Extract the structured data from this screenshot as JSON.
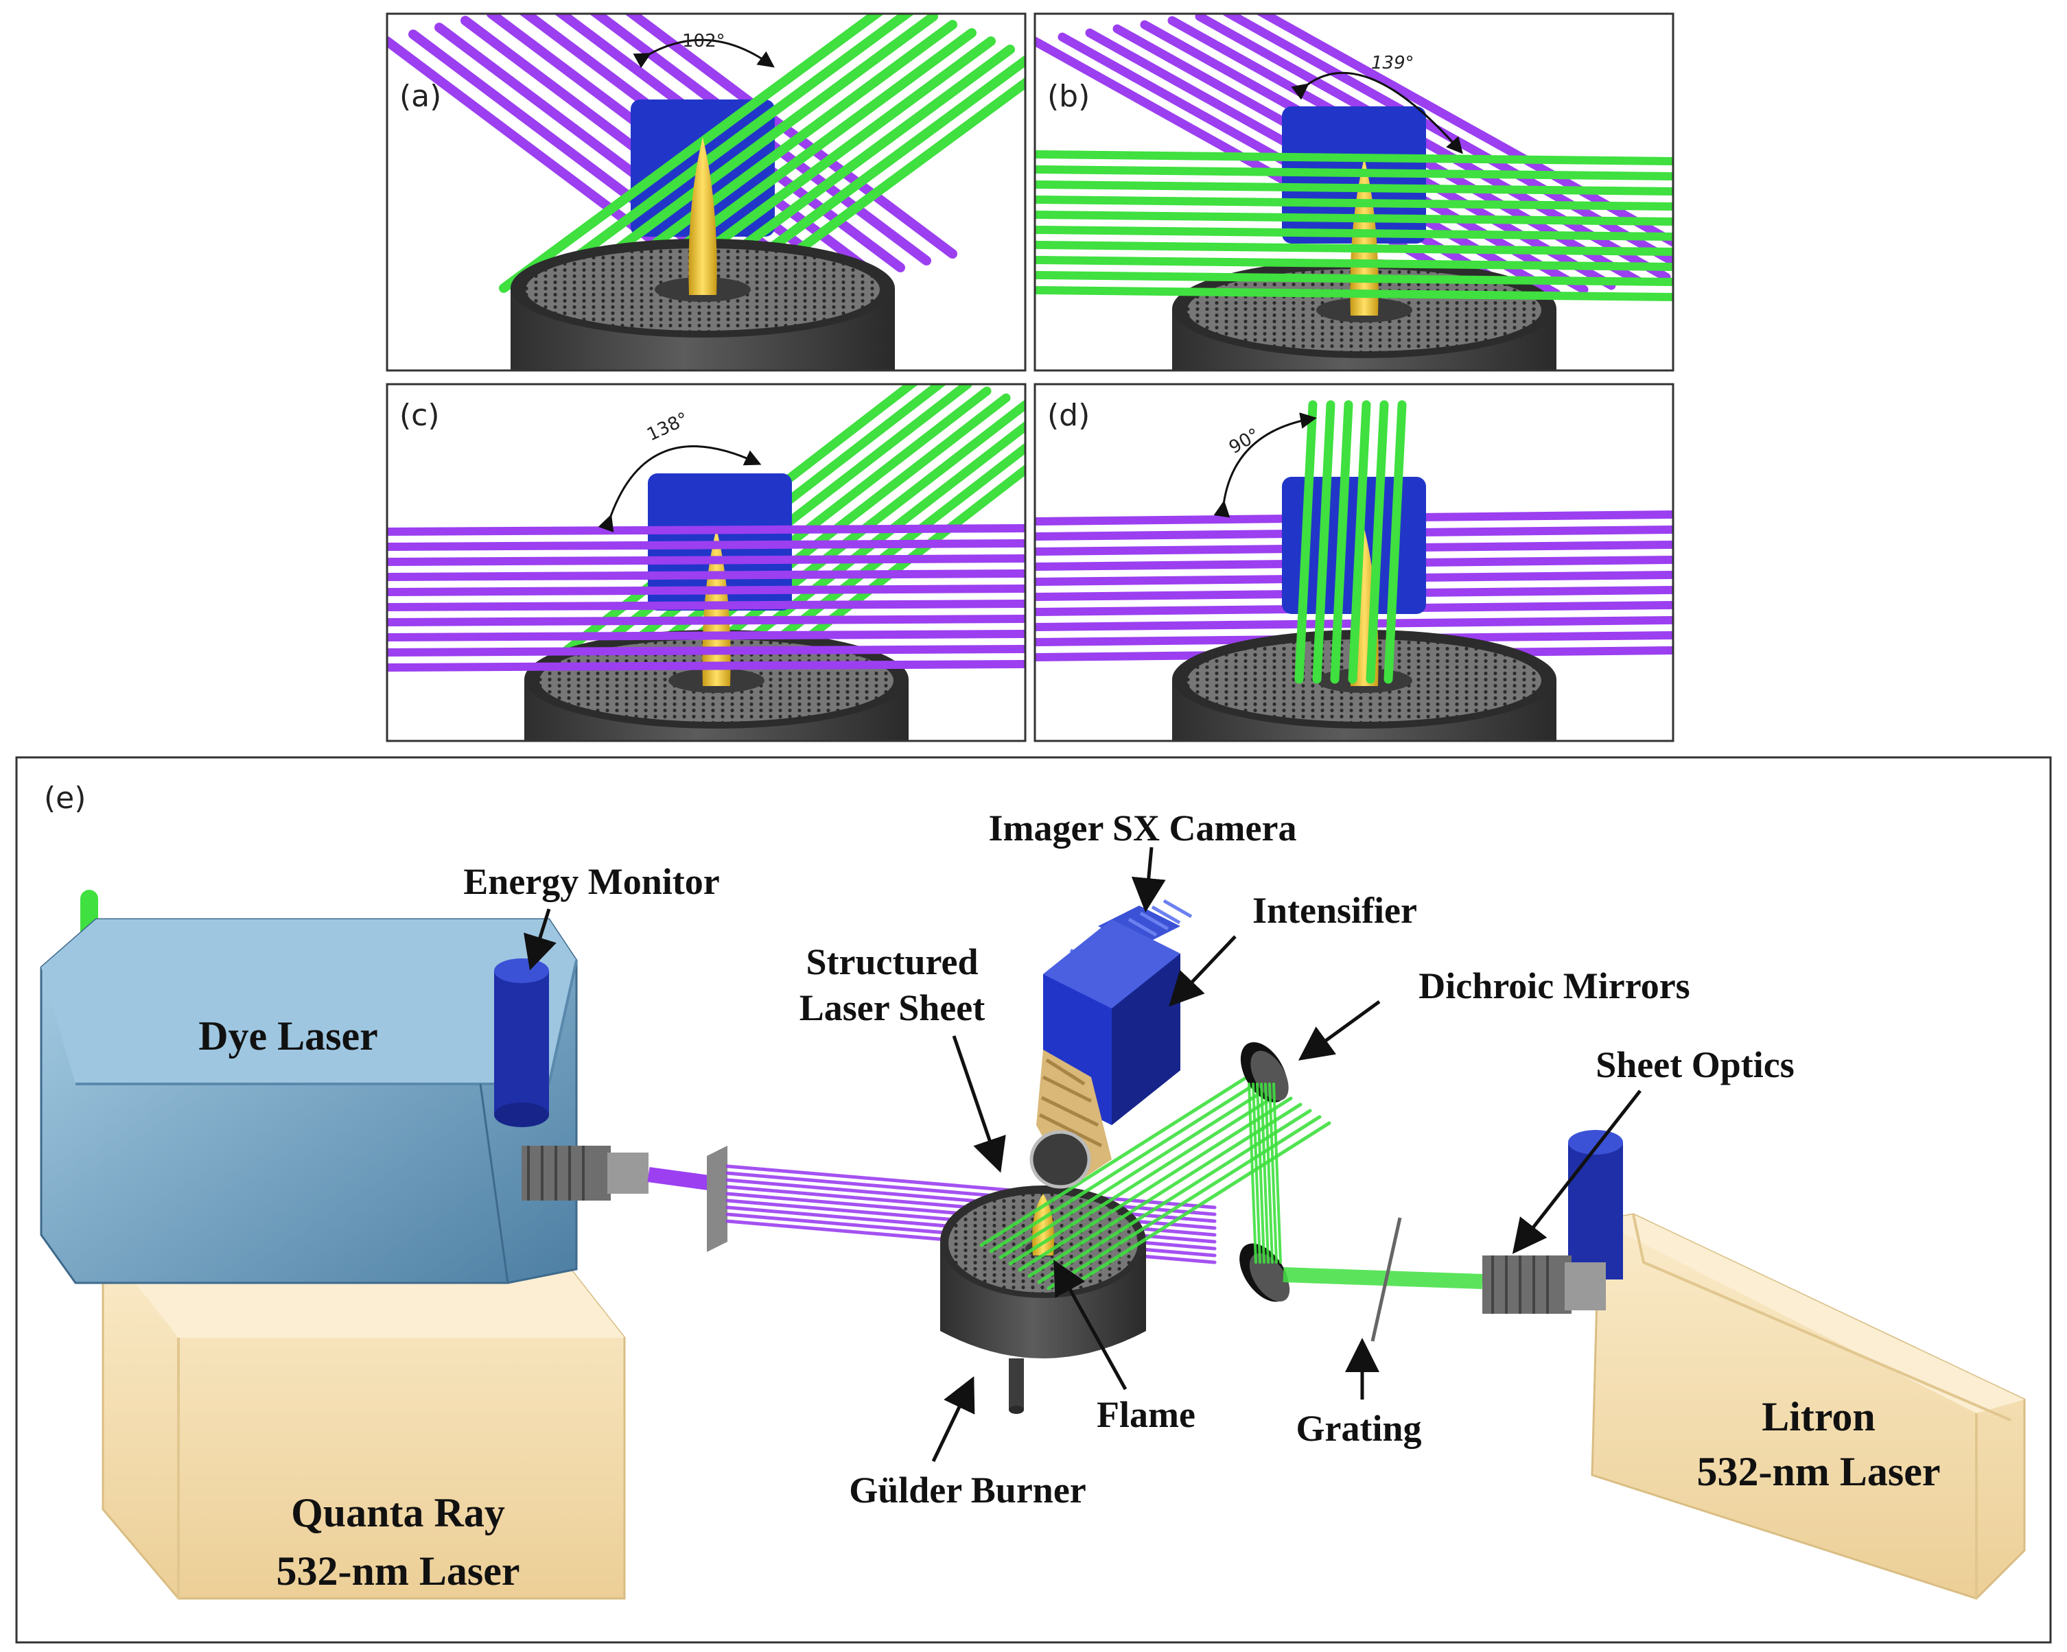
{
  "panels": [
    {
      "id": "a",
      "letter": "(a)",
      "angle": "102°"
    },
    {
      "id": "b",
      "letter": "(b)",
      "angle": "139°"
    },
    {
      "id": "c",
      "letter": "(c)",
      "angle": "138°"
    },
    {
      "id": "d",
      "letter": "(d)",
      "angle": "90°"
    }
  ],
  "setup": {
    "letter": "(e)",
    "labels": {
      "camera": "Imager SX Camera",
      "energy_monitor": "Energy Monitor",
      "intensifier": "Intensifier",
      "structured_1": "Structured",
      "structured_2": "Laser Sheet",
      "dichroic": "Dichroic Mirrors",
      "sheet_optics": "Sheet Optics",
      "dye_laser": "Dye Laser",
      "flame": "Flame",
      "grating": "Grating",
      "burner": "Gülder Burner",
      "quanta_1": "Quanta Ray",
      "quanta_2": "532-nm Laser",
      "litron_1": "Litron",
      "litron_2": "532-nm Laser"
    }
  },
  "colors": {
    "green_beam": "#3fe03f",
    "purple_beam": "#9b3ff0",
    "camera_blue": "#2136c8",
    "flame_yellow": "#f1c12e",
    "burner_gray": "#4a4a4a",
    "laser_blue": "#5b8fb3",
    "laser_tan": "#f3dcae"
  }
}
